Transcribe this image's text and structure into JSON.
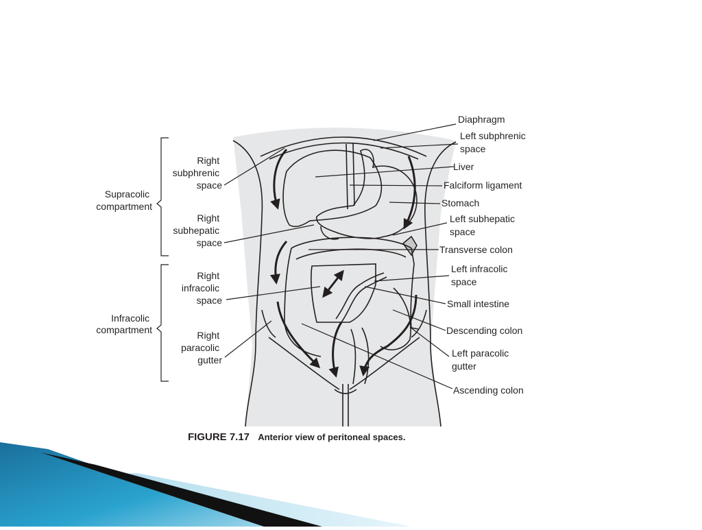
{
  "figure": {
    "caption_number": "FIGURE 7.17",
    "caption_text": "Anterior view of peritoneal spaces.",
    "compartments": {
      "supracolic": [
        "Supracolic",
        "compartment"
      ],
      "infracolic": [
        "Infracolic",
        "compartment"
      ]
    },
    "left_labels": {
      "right_subphrenic": [
        "Right",
        "subphrenic",
        "space"
      ],
      "right_subhepatic": [
        "Right",
        "subhepatic",
        "space"
      ],
      "right_infracolic": [
        "Right",
        "infracolic",
        "space"
      ],
      "right_paracolic": [
        "Right",
        "paracolic",
        "gutter"
      ]
    },
    "right_labels": {
      "diaphragm": [
        "Diaphragm"
      ],
      "left_subphrenic": [
        "Left subphrenic",
        "space"
      ],
      "liver": [
        "Liver"
      ],
      "falciform": [
        "Falciform ligament"
      ],
      "stomach": [
        "Stomach"
      ],
      "left_subhepatic": [
        "Left subhepatic",
        "space"
      ],
      "transverse_colon": [
        "Transverse colon"
      ],
      "left_infracolic": [
        "Left infracolic",
        "space"
      ],
      "small_intestine": [
        "Small intestine"
      ],
      "descending_colon": [
        "Descending colon"
      ],
      "left_paracolic": [
        "Left paracolic",
        "gutter"
      ],
      "ascending_colon": [
        "Ascending colon"
      ]
    }
  },
  "colors": {
    "line": "#231f20",
    "fill": "#e6e7e8",
    "deco_dark": "#111111",
    "deco_blue": "#1e88b4",
    "deco_light": "#a8d8ea"
  }
}
